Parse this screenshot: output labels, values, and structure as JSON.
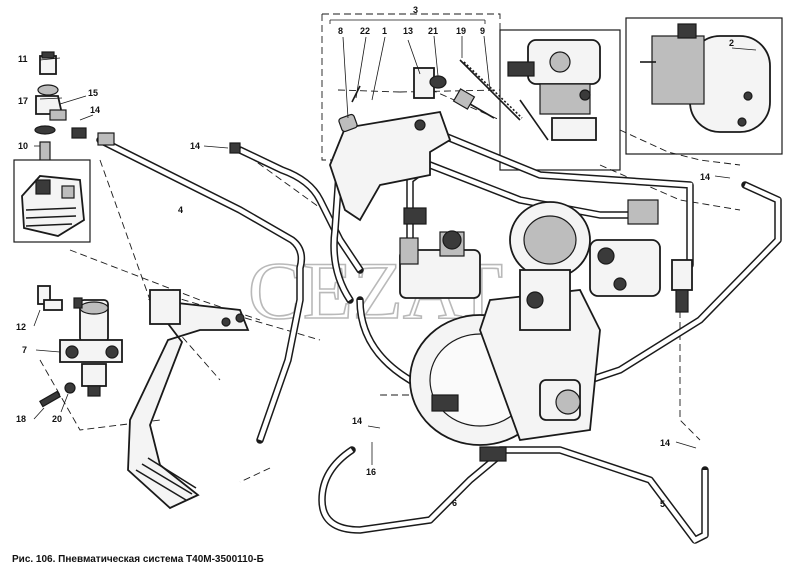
{
  "caption": "Рис. 106. Пневматическая система Т40М-3500110-Б",
  "watermark": "CEZAT",
  "callouts": {
    "c1": "1",
    "c2": "2",
    "c3": "3",
    "c4": "4",
    "c5": "5",
    "c6": "6",
    "c7": "7",
    "c8": "8",
    "c9": "9",
    "c10": "10",
    "c11": "11",
    "c12": "12",
    "c13": "13",
    "c14a": "14",
    "c14b": "14",
    "c14c": "14",
    "c14d": "14",
    "c14e": "14",
    "c15": "15",
    "c16": "16",
    "c17": "17",
    "c18": "18",
    "c19": "19",
    "c20": "20",
    "c21": "21",
    "c22": "22"
  }
}
